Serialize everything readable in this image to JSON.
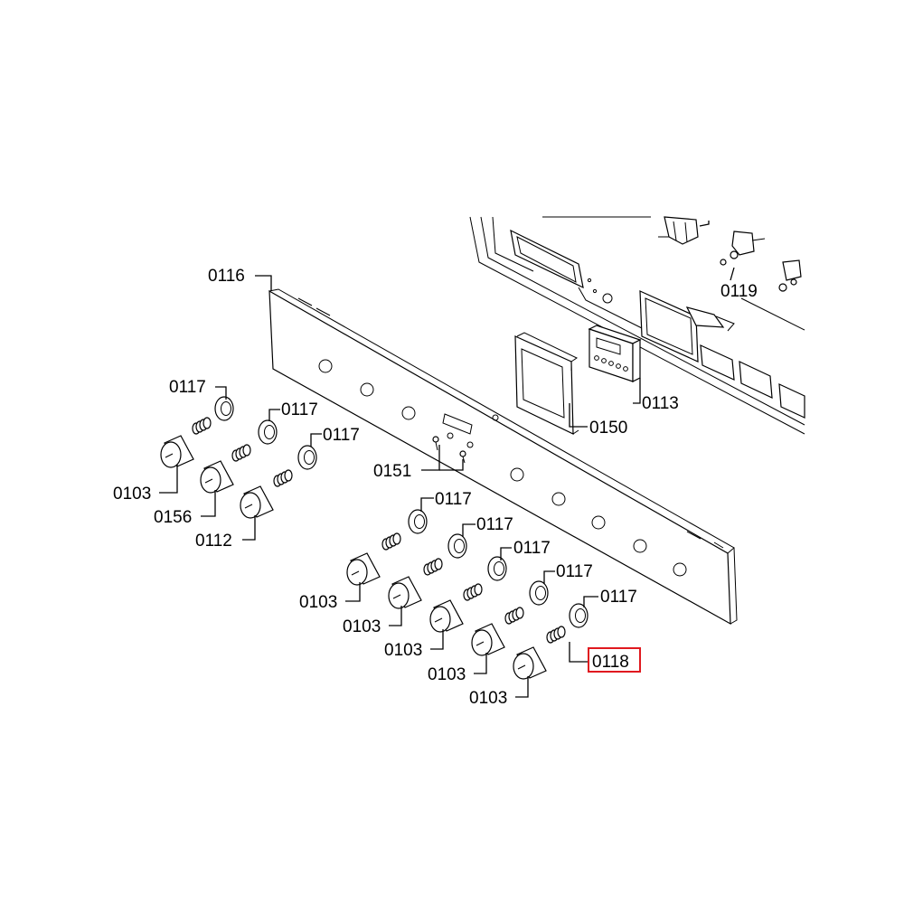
{
  "diagram": {
    "highlight_color": "#e0191f",
    "labels": {
      "l0116": "0116",
      "l0117_a": "0117",
      "l0117_b": "0117",
      "l0117_c": "0117",
      "l0117_d": "0117",
      "l0117_e": "0117",
      "l0117_f": "0117",
      "l0117_g": "0117",
      "l0117_h": "0117",
      "l0103_a": "0103",
      "l0103_b": "0103",
      "l0103_c": "0103",
      "l0103_d": "0103",
      "l0103_e": "0103",
      "l0103_f": "0103",
      "l0156": "0156",
      "l0112": "0112",
      "l0151": "0151",
      "l0150": "0150",
      "l0113": "0113",
      "l0119": "0119",
      "l0118": "0118"
    }
  }
}
